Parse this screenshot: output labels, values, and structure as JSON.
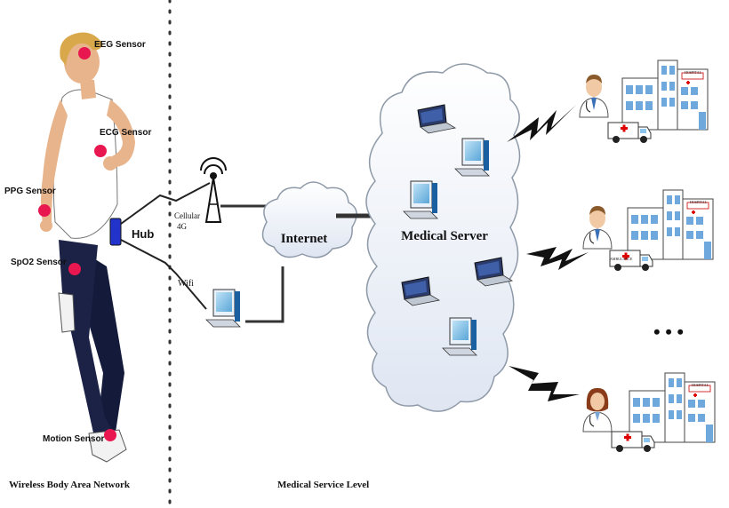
{
  "sensors": {
    "eeg": "EEG Sensor",
    "ecg": "ECG Sensor",
    "ppg": "PPG Sensor",
    "spo2": "SpO2 Sensor",
    "motion": "Motion Sensor"
  },
  "hub": "Hub",
  "links": {
    "cellular_line1": "Cellular",
    "cellular_line2": "4G",
    "wifi": "Wifi"
  },
  "network": {
    "internet": "Internet",
    "medical_server": "Medical Server"
  },
  "hospital": {
    "sign_text": "HOSPITAL",
    "ambulance_text": "AMBULANCE"
  },
  "more_indicator": "• • •",
  "sections": {
    "left": "Wireless Body Area Network",
    "right": "Medical Service Level"
  },
  "colors": {
    "sensor": "#e8174f",
    "cloud_fill": "#eef3fb",
    "cloud_stroke": "#8f9aa8",
    "hub": "#2233cc",
    "lightning": "#111111"
  }
}
